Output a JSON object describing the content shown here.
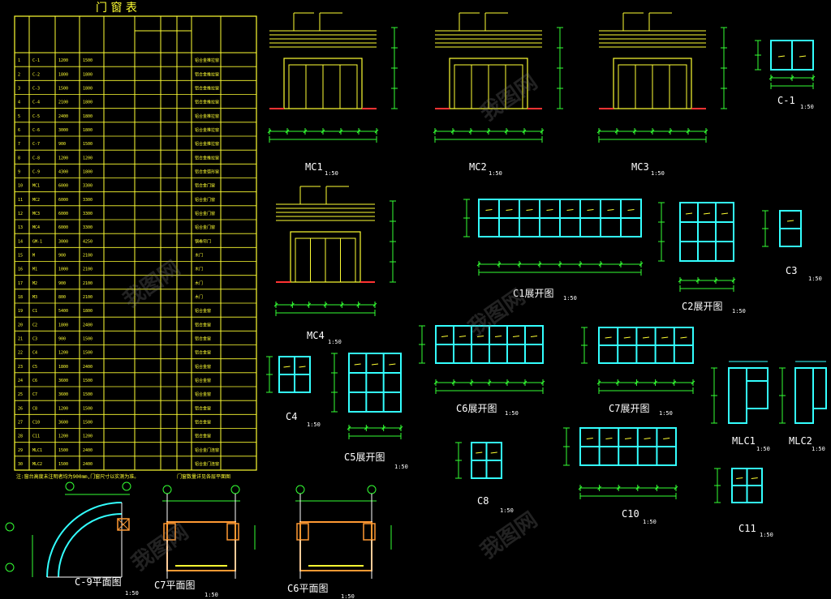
{
  "colors": {
    "background": "#000000",
    "table": "#ffff33",
    "elevation": "#ffff33",
    "window": "#33ffff",
    "dimension": "#33ff33",
    "label": "#ffffff",
    "accent": "#ff3333",
    "plan": "#ff9933",
    "axis_marker": "#33ff33"
  },
  "table": {
    "title": "门  窗  表",
    "rows": [
      {
        "code": "C-1",
        "w": "1200",
        "h": "1500",
        "note": "铝合金推拉窗"
      },
      {
        "code": "C-2",
        "w": "1800",
        "h": "1800",
        "note": "铝合金推拉窗"
      },
      {
        "code": "C-3",
        "w": "1500",
        "h": "1800",
        "note": "铝合金推拉窗"
      },
      {
        "code": "C-4",
        "w": "2100",
        "h": "1800",
        "note": "铝合金推拉窗"
      },
      {
        "code": "C-5",
        "w": "2400",
        "h": "1800",
        "note": "铝合金推拉窗"
      },
      {
        "code": "C-6",
        "w": "3000",
        "h": "1800",
        "note": "铝合金推拉窗"
      },
      {
        "code": "C-7",
        "w": "900",
        "h": "1500",
        "note": "铝合金推拉窗"
      },
      {
        "code": "C-8",
        "w": "1200",
        "h": "1200",
        "note": "铝合金推拉窗"
      },
      {
        "code": "C-9",
        "w": "4300",
        "h": "1800",
        "note": "铝合金弧形窗"
      },
      {
        "code": "MC1",
        "w": "6000",
        "h": "3300",
        "note": "铝合金门窗"
      },
      {
        "code": "MC2",
        "w": "6000",
        "h": "3300",
        "note": "铝合金门窗"
      },
      {
        "code": "MC3",
        "w": "6000",
        "h": "3300",
        "note": "铝合金门窗"
      },
      {
        "code": "MC4",
        "w": "6000",
        "h": "3300",
        "note": "铝合金门窗"
      },
      {
        "code": "GM-1",
        "w": "3000",
        "h": "4250",
        "note": "钢卷帘门"
      },
      {
        "code": "M",
        "w": "900",
        "h": "2100",
        "note": "木门"
      },
      {
        "code": "M1",
        "w": "1000",
        "h": "2100",
        "note": "木门"
      },
      {
        "code": "M2",
        "w": "900",
        "h": "2100",
        "note": "木门"
      },
      {
        "code": "M3",
        "w": "800",
        "h": "2100",
        "note": "木门"
      },
      {
        "code": "C1",
        "w": "5400",
        "h": "1800",
        "note": "铝合金窗"
      },
      {
        "code": "C2",
        "w": "1800",
        "h": "2400",
        "note": "铝合金窗"
      },
      {
        "code": "C3",
        "w": "900",
        "h": "1500",
        "note": "铝合金窗"
      },
      {
        "code": "C4",
        "w": "1200",
        "h": "1500",
        "note": "铝合金窗"
      },
      {
        "code": "C5",
        "w": "1800",
        "h": "2400",
        "note": "铝合金窗"
      },
      {
        "code": "C6",
        "w": "3600",
        "h": "1500",
        "note": "铝合金窗"
      },
      {
        "code": "C7",
        "w": "3600",
        "h": "1500",
        "note": "铝合金窗"
      },
      {
        "code": "C8",
        "w": "1200",
        "h": "1500",
        "note": "铝合金窗"
      },
      {
        "code": "C10",
        "w": "3600",
        "h": "1500",
        "note": "铝合金窗"
      },
      {
        "code": "C11",
        "w": "1200",
        "h": "1200",
        "note": "铝合金窗"
      },
      {
        "code": "MLC1",
        "w": "1500",
        "h": "2400",
        "note": "铝合金门连窗"
      },
      {
        "code": "MLC2",
        "w": "1500",
        "h": "2400",
        "note": "铝合金门连窗"
      }
    ],
    "footnote": "注:窗台高度未注明者均为900mm,门窗尺寸以实测为准。",
    "footnote2": "门窗数量详见各层平面图"
  },
  "labels": {
    "mc1": "MC1",
    "mc2": "MC2",
    "mc3": "MC3",
    "mc4": "MC4",
    "c1win": "C-1",
    "c1elev": "C1展开图",
    "c2elev": "C2展开图",
    "c3": "C3",
    "c4": "C4",
    "c5elev": "C5展开图",
    "c6elev": "C6展开图",
    "c7elev": "C7展开图",
    "c8": "C8",
    "c10": "C10",
    "c11": "C11",
    "mlc1": "MLC1",
    "mlc2": "MLC2",
    "c9plan": "C-9平面图",
    "c7plan": "C7平面图",
    "c6plan": "C6平面图",
    "scale": "1:50"
  },
  "watermark": "我图网"
}
